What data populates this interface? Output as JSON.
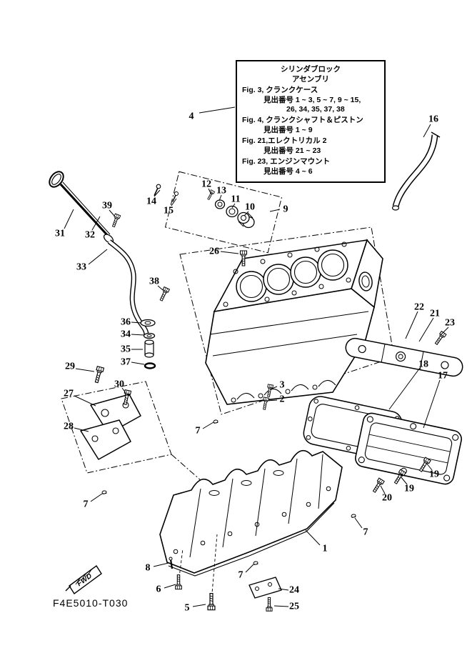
{
  "info_box": {
    "title1": "シリンダブロック",
    "title2": "アセンブリ",
    "lines": [
      {
        "text": "Fig. 3,  クランクケース"
      },
      {
        "text": "見出番号 1 ~ 3, 5 ~ 7, 9 ~ 15,"
      },
      {
        "text": "26, 34, 35, 37, 38"
      },
      {
        "text": "Fig. 4,  クランクシャフト＆ピストン"
      },
      {
        "text": "見出番号 1 ~ 9"
      },
      {
        "text": "Fig. 21,エレクトリカル 2"
      },
      {
        "text": "見出番号 21 ~ 23"
      },
      {
        "text": "Fig. 23, エンジンマウント"
      },
      {
        "text": "見出番号 4 ~ 6"
      }
    ]
  },
  "callouts": [
    "4",
    "16",
    "14",
    "15",
    "12",
    "13",
    "11",
    "10",
    "9",
    "39",
    "31",
    "32",
    "33",
    "26",
    "38",
    "36",
    "34",
    "35",
    "37",
    "29",
    "30",
    "27",
    "28",
    "3",
    "2",
    "7",
    "22",
    "21",
    "23",
    "18",
    "17",
    "19",
    "19",
    "20",
    "7",
    "7",
    "1",
    "8",
    "6",
    "5",
    "7",
    "24",
    "25"
  ],
  "footer": {
    "code": "F4E5010-T030",
    "fwd": "FWD"
  },
  "colors": {
    "line": "#000000",
    "background": "#ffffff"
  }
}
